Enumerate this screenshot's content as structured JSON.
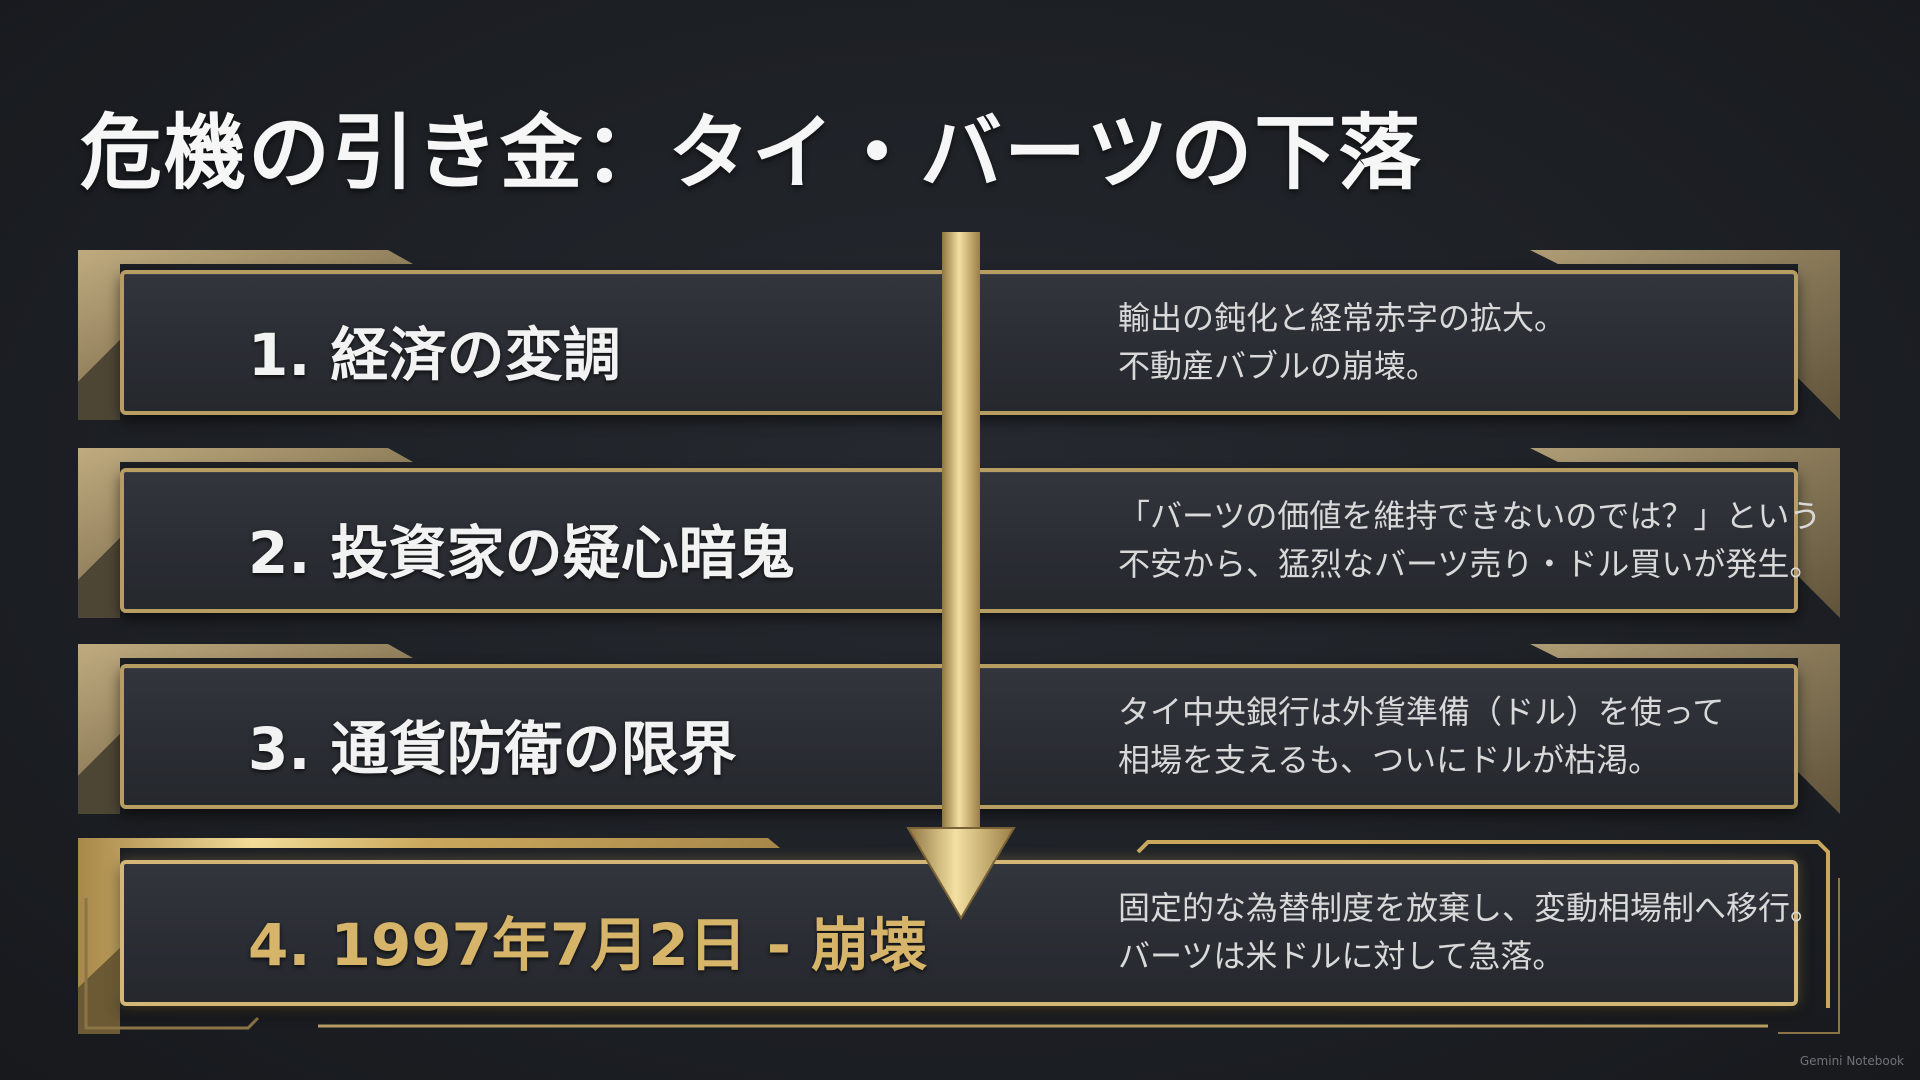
{
  "slide": {
    "title": "危機の引き金：タイ・バーツの下落",
    "steps": [
      {
        "label": "1. 経済の変調",
        "desc": [
          "輸出の鈍化と経常赤字の拡大。",
          "不動産バブルの崩壊。"
        ]
      },
      {
        "label": "2. 投資家の疑心暗鬼",
        "desc": [
          "「バーツの価値を維持できないのでは？」という",
          "不安から、猛烈なバーツ売り・ドル買いが発生。"
        ]
      },
      {
        "label": "3. 通貨防衛の限界",
        "desc": [
          "タイ中央銀行は外貨準備（ドル）を使って",
          "相場を支えるも、ついにドルが枯渇。"
        ]
      },
      {
        "label": "4. 1997年7月2日 - 崩壊",
        "desc": [
          "固定的な為替制度を放棄し、変動相場制へ移行。",
          "バーツは米ドルに対して急落。"
        ]
      }
    ],
    "footer": "Gemini Notebook"
  },
  "colors": {
    "background": "#1d2025",
    "gold": "#c9a85c",
    "gold_light": "#f1dc98",
    "panel": "#2d3036",
    "text": "#f2f2f2"
  }
}
